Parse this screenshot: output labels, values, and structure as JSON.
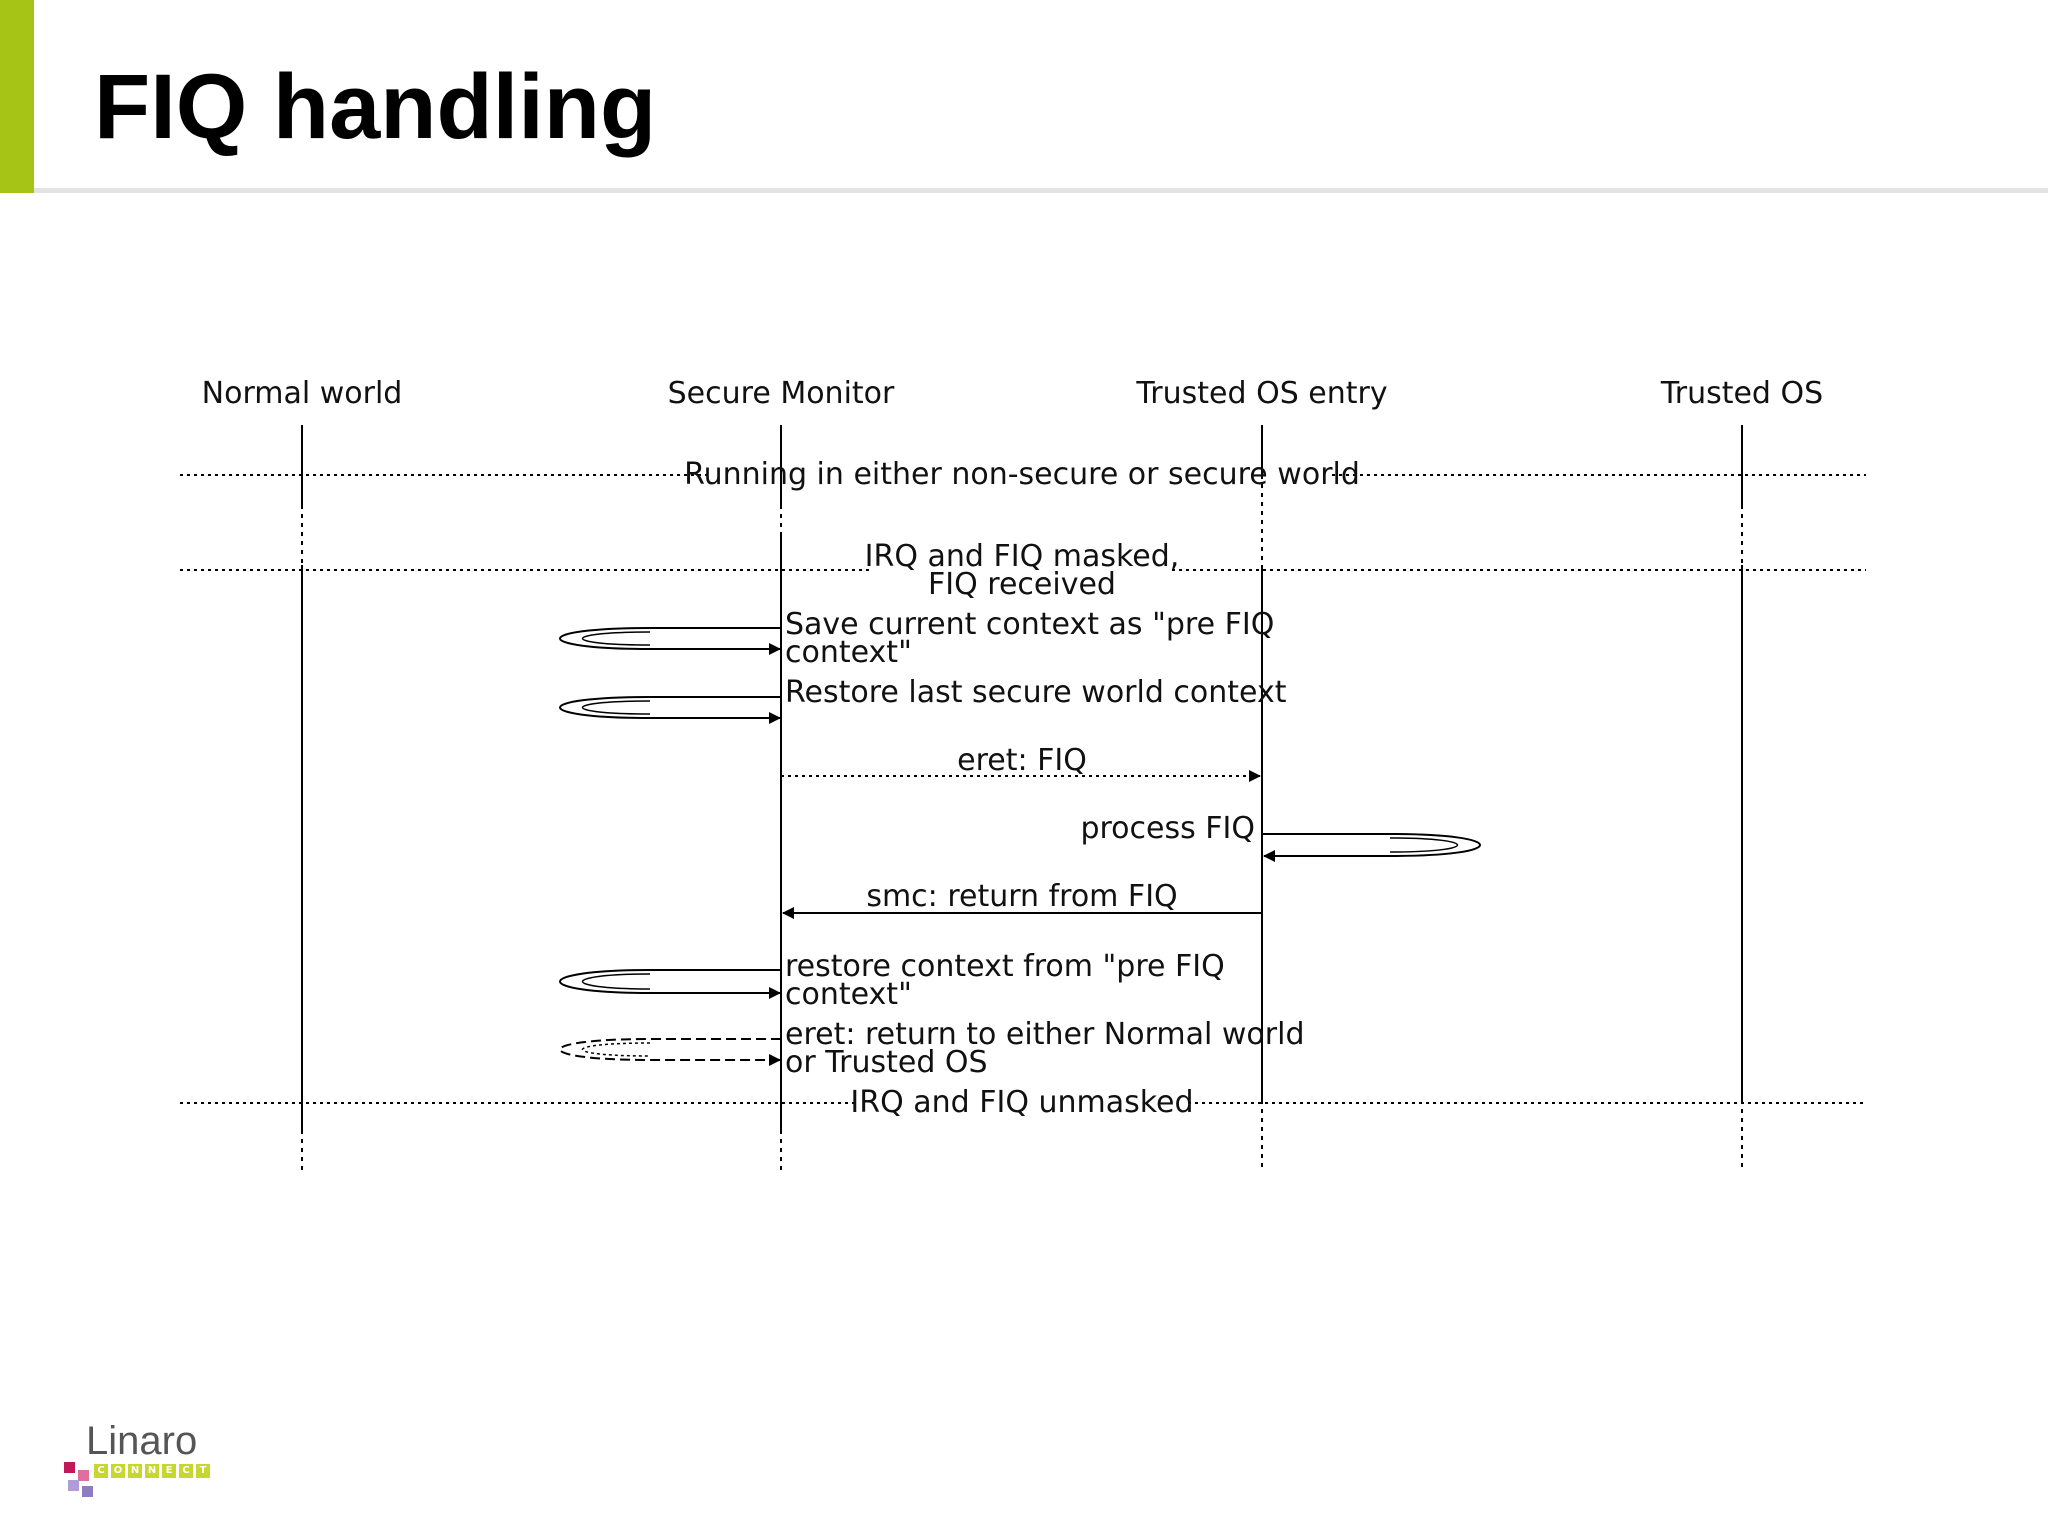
{
  "slide": {
    "title": "FIQ handling"
  },
  "diagram": {
    "participants": [
      "Normal world",
      "Secure Monitor",
      "Trusted OS entry",
      "Trusted OS"
    ],
    "dividers": [
      "Running in either non-secure or secure world",
      "IRQ and FIQ masked,",
      "IRQ and FIQ unmasked"
    ],
    "notes": {
      "fiq_received": "FIQ received"
    },
    "messages": [
      {
        "lines": [
          "Save current context as \"pre FIQ",
          "context\""
        ]
      },
      {
        "lines": [
          "Restore last secure world context"
        ]
      },
      {
        "lines": [
          "eret: FIQ"
        ]
      },
      {
        "lines": [
          "process FIQ"
        ]
      },
      {
        "lines": [
          "smc: return from FIQ"
        ]
      },
      {
        "lines": [
          "restore context from \"pre FIQ",
          "context\""
        ]
      },
      {
        "lines": [
          "eret: return to either Normal world",
          "or Trusted OS"
        ]
      }
    ]
  },
  "footer": {
    "logo_word": "Linaro",
    "logo_sub": [
      "C",
      "O",
      "N",
      "N",
      "E",
      "C",
      "T"
    ]
  },
  "colors": {
    "accent": "#a5c416",
    "logo_green": "#c8d630",
    "logo_magenta": "#c2185b"
  }
}
